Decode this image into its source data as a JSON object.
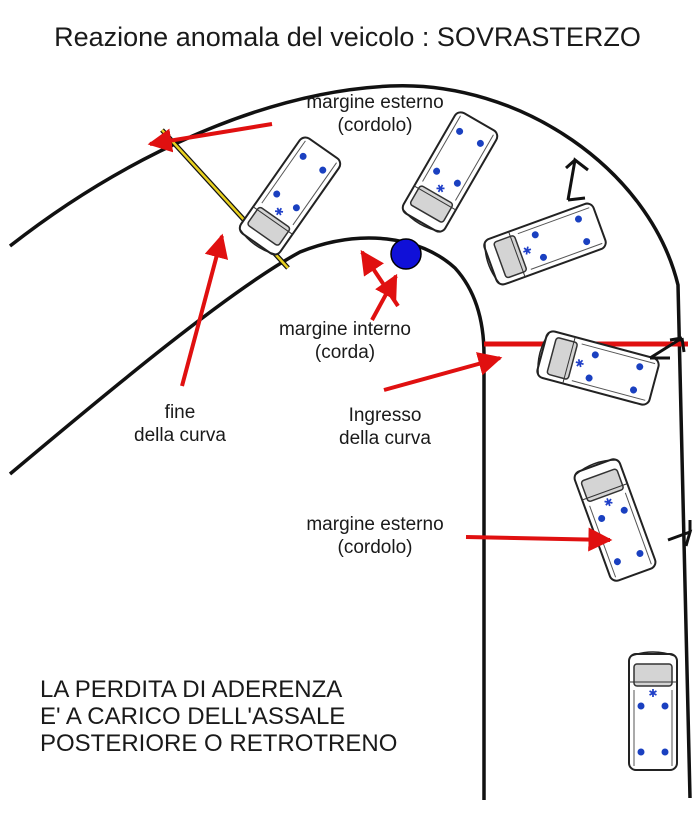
{
  "title": "Reazione anomala del veicolo : SOVRASTERZO",
  "labels": {
    "outer_top_1": "margine esterno",
    "outer_top_2": "(cordolo)",
    "inner_1": "margine interno",
    "inner_2": "(corda)",
    "end_1": "fine",
    "end_2": "della curva",
    "entry_1": "Ingresso",
    "entry_2": "della curva",
    "outer_bottom_1": "margine esterno",
    "outer_bottom_2": "(cordolo)"
  },
  "note": {
    "line1": "LA PERDITA DI ADERENZA",
    "line2": "E' A CARICO DELL'ASSALE",
    "line3": "POSTERIORE O RETROTRENO"
  },
  "colors": {
    "road_edge": "#111111",
    "arrow": "#e01010",
    "curve_end_marker": "#e8d020",
    "curve_entry_marker": "#e01010",
    "inner_apex": "#1010d8",
    "vehicle_body": "#ffffff",
    "vehicle_outline": "#222222",
    "wheel": "#1a40c0",
    "emblem": "#2040c8",
    "motion_axis": "#111111"
  },
  "icons": [
    "ambulance-icon",
    "red-arrow-icon",
    "apex-dot-icon",
    "motion-axis-icon"
  ]
}
